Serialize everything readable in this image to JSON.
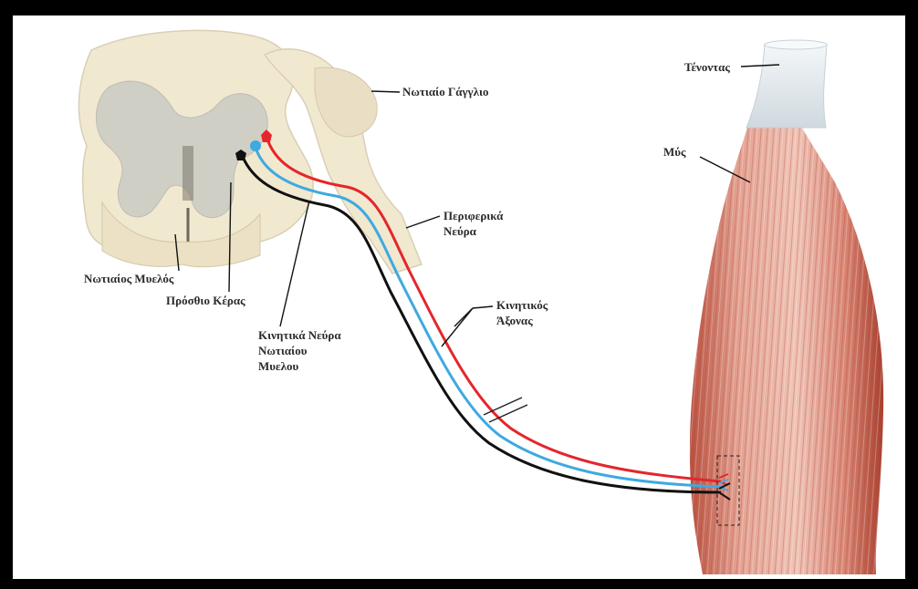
{
  "labels": {
    "tendon": "Τένοντας",
    "muscle": "Μύς",
    "ganglion": "Νωτιαίο Γάγγλιο",
    "peripheral_line1": "Περιφερικά",
    "peripheral_line2": "Νεύρα",
    "motor_axon_line1": "Κινητικός",
    "motor_axon_line2": "Άξονας",
    "spinal_cord": "Νωτιαίος Μυελός",
    "anterior_horn": "Πρόσθιο Κέρας",
    "motor_nerves_line1": "Κινητικά Νεύρα",
    "motor_nerves_line2": "Νωτιαίου",
    "motor_nerves_line3": "Μυελου"
  },
  "colors": {
    "frame": "#000000",
    "background": "#ffffff",
    "nerve_red": "#e4262b",
    "nerve_blue": "#3fa9e0",
    "nerve_black": "#111111",
    "muscle": "#d98a7a",
    "tendon": "#e8eef2",
    "spinal_tissue": "#f0e6cf",
    "grey_matter": "#c9c9c0"
  }
}
